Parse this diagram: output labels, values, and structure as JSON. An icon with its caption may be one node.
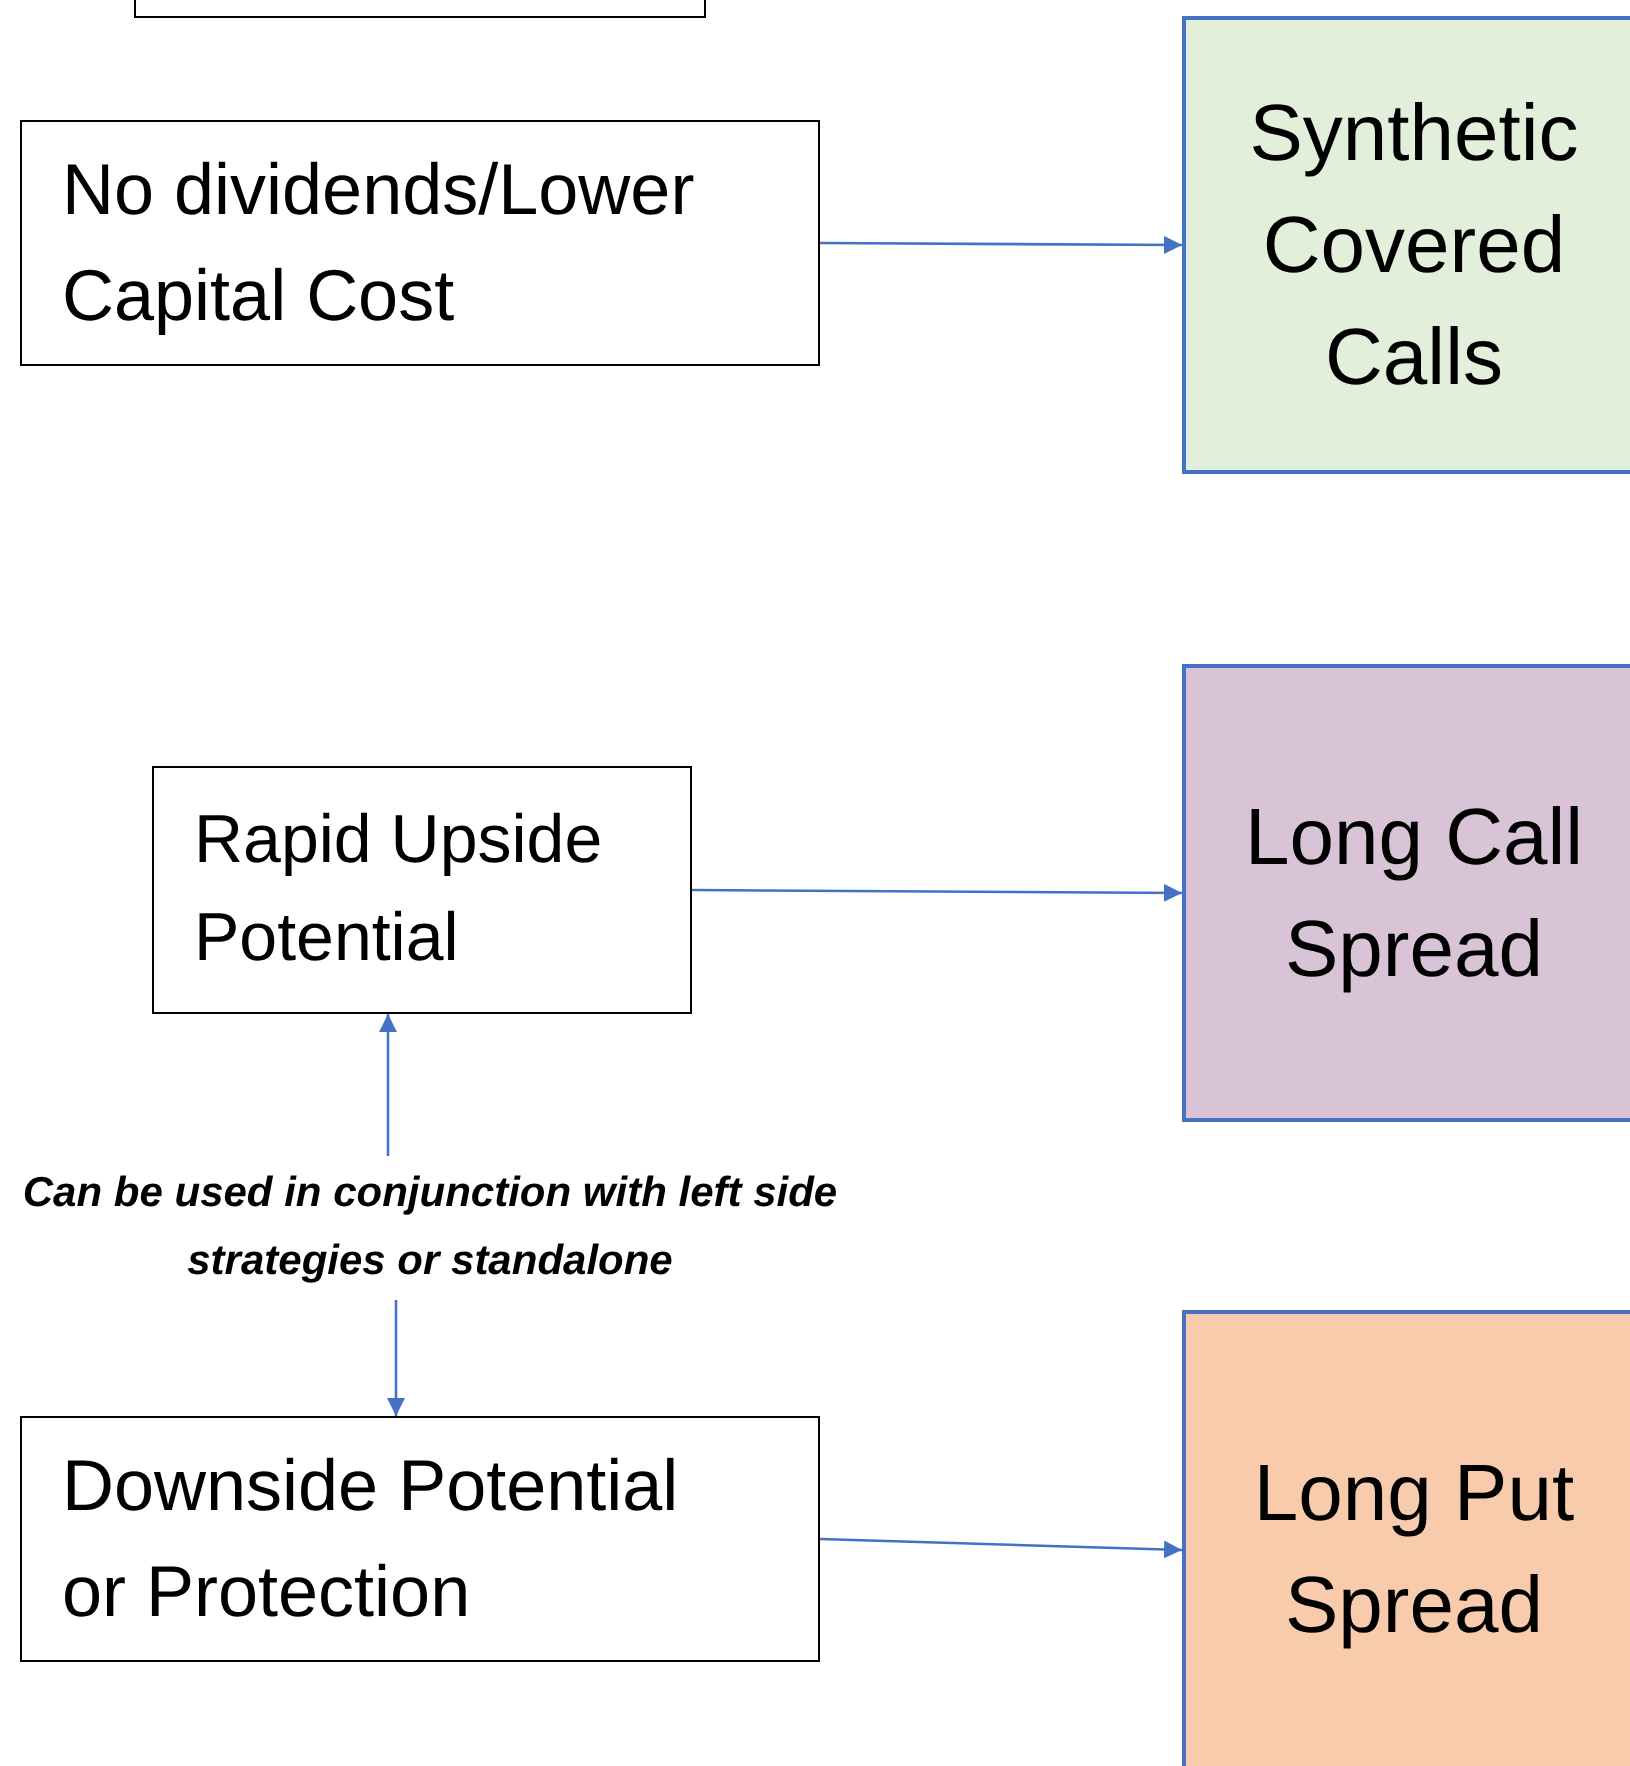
{
  "diagram": {
    "nodes": [
      {
        "text": [],
        "shape": "box"
      },
      {
        "text": [
          "No dividends/Lower Capital Cost"
        ]
      },
      {
        "text": [
          "Synthetic Covered Calls"
        ]
      },
      {
        "text": [
          "Rapid Upside Potential"
        ]
      },
      {
        "text": [
          "Long Call Spread"
        ]
      },
      {
        "text": [
          "Can be used in conjunction with left side strategies or standalone"
        ]
      },
      {
        "text": [
          "Downside Potential or Protection"
        ]
      },
      {
        "text": [
          "Long Put Spread"
        ]
      }
    ],
    "edges": [
      {
        "from": 1,
        "to": 2,
        "arrow": "to"
      },
      {
        "from": 3,
        "to": 4,
        "arrow": "to"
      },
      {
        "from": 5,
        "to": 3,
        "arrow": "to"
      },
      {
        "from": 5,
        "to": 6,
        "arrow": "to"
      },
      {
        "from": 6,
        "to": 7,
        "arrow": "to"
      }
    ]
  }
}
